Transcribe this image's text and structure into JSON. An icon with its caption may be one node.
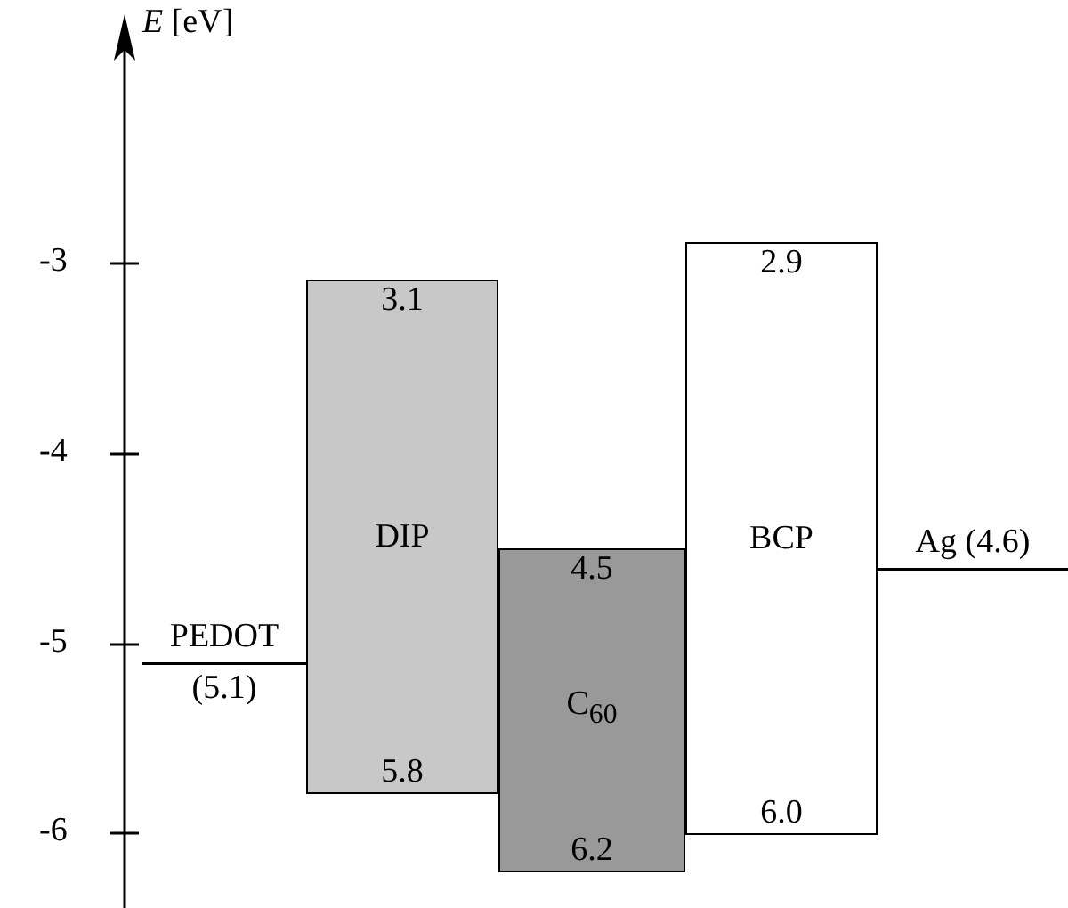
{
  "diagram": {
    "nodes": [
      {
        "text": [
          "PEDOT",
          "(5.1)"
        ]
      },
      {
        "text": [
          "3.1",
          "DIP",
          "5.8"
        ]
      },
      {
        "text": [
          "4.5",
          "C$_{60}$",
          "6.2"
        ]
      },
      {
        "text": [
          "2.9",
          "BCP",
          "6.0"
        ]
      },
      {
        "text": [
          "Ag (4.6)"
        ]
      }
    ],
    "labels": [
      "*E* [eV]",
      "-3",
      "-4",
      "-5",
      "-6"
    ]
  }
}
